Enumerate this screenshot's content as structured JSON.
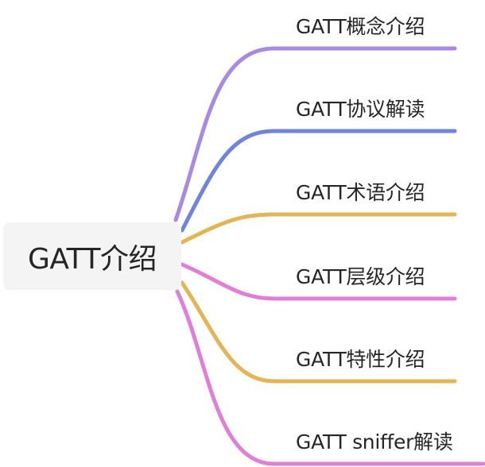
{
  "mindmap": {
    "root": {
      "label": "GATT介绍"
    },
    "children": [
      {
        "label": "GATT概念介绍",
        "color": "#A88BE0"
      },
      {
        "label": "GATT协议解读",
        "color": "#6F84DA"
      },
      {
        "label": "GATT术语介绍",
        "color": "#E2B657"
      },
      {
        "label": "GATT层级介绍",
        "color": "#E07FD8"
      },
      {
        "label": "GATT特性介绍",
        "color": "#E2B657"
      },
      {
        "label": "GATT sniffer解读",
        "color": "#E07FD8"
      }
    ]
  }
}
